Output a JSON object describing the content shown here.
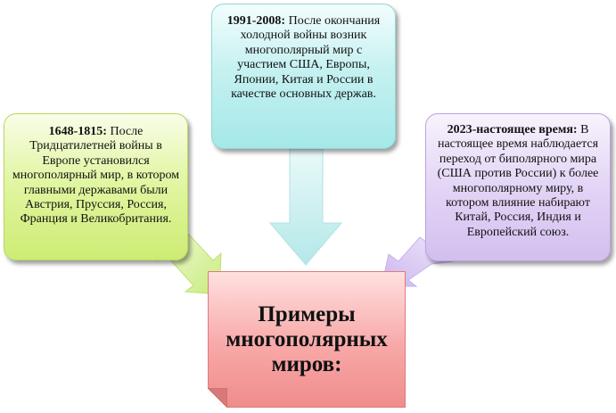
{
  "center": {
    "title": "Примеры многополярных миров:"
  },
  "boxes": {
    "left": {
      "period": "1648-1815:",
      "text": " После Тридцатилетней войны в Европе установился многополярный мир, в котором главными державами были Австрия, Пруссия, Россия, Франция и Великобритания."
    },
    "top": {
      "period": "1991-2008:",
      "text": " После окончания холодной войны возник многополярный мир с участием США, Европы, Японии, Китая и России в качестве основных держав."
    },
    "right": {
      "period": "2023-настоящее время:",
      "text": " В настоящее время наблюдается переход от биполярного мира (США против России) к более многополярному миру, в котором влияние набирают Китай, Россия, Индия и Европейский союз."
    }
  },
  "colors": {
    "left_box": "#dff4a0",
    "top_box": "#c4f0f0",
    "right_box": "#e0d2f4",
    "center_box": "#f6a2a2",
    "arrow_left": "#d2f090",
    "arrow_top": "#c0ecec",
    "arrow_right": "#d8c6f2"
  }
}
